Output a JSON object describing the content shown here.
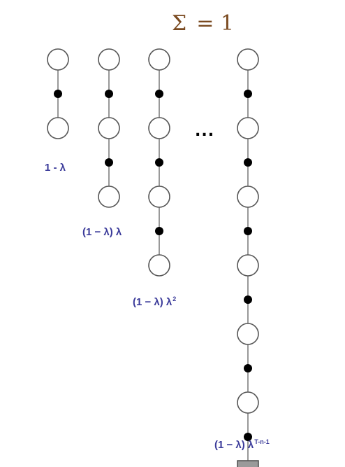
{
  "sum": {
    "symbol": "Σ",
    "text": "= 1"
  },
  "ellipsis": "...",
  "columns": [
    {
      "open_nodes": 2,
      "terminal": "open",
      "weight": {
        "base": "1 - λ",
        "exp": ""
      }
    },
    {
      "open_nodes": 3,
      "terminal": "open",
      "weight": {
        "base": "(1 − λ) λ",
        "exp": ""
      }
    },
    {
      "open_nodes": 4,
      "terminal": "open",
      "weight": {
        "base": "(1 − λ) λ",
        "exp": "2"
      }
    },
    {
      "open_nodes": 6,
      "terminal": "square",
      "weight": {
        "base": "(1 − λ) λ",
        "exp": "T-n-1"
      }
    }
  ],
  "colors": {
    "sum_text": "#7a4a20",
    "label_text": "#3b3b9a",
    "node_stroke": "#555555",
    "dot_fill": "#000000",
    "terminal_fill": "#9a9a9a"
  }
}
